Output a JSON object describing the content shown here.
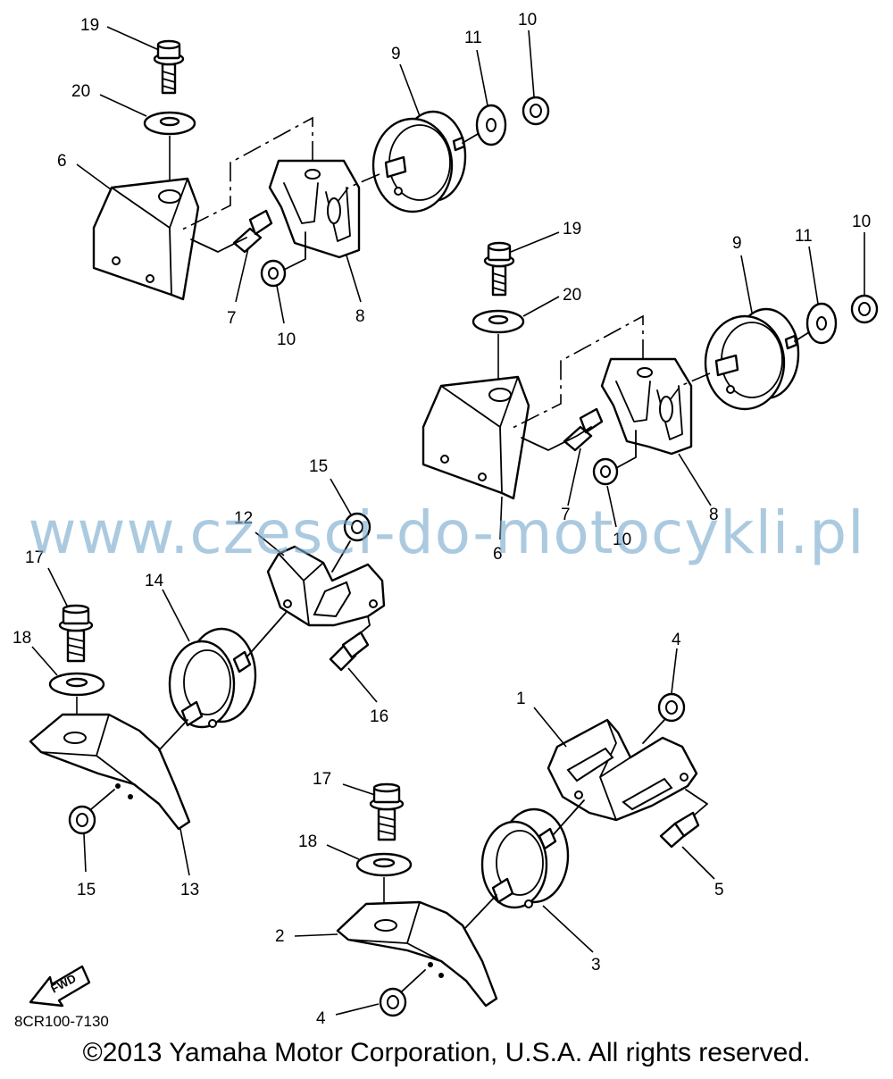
{
  "callouts": {
    "c1": "1",
    "c2": "2",
    "c3": "3",
    "c4": "4",
    "c5": "5",
    "c6": "6",
    "c7": "7",
    "c8": "8",
    "c9": "9",
    "c10": "10",
    "c11": "11",
    "c12": "12",
    "c13": "13",
    "c14": "14",
    "c15": "15",
    "c16": "16",
    "c17": "17",
    "c18": "18",
    "c19": "19",
    "c20": "20"
  },
  "fwd_label": "FWD",
  "watermark": "www.czesci-do-motocykli.pl",
  "diagram_code": "8CR100-7130",
  "copyright": "©2013 Yamaha Motor Corporation, U.S.A. All rights reserved.",
  "colors": {
    "line": "#000000",
    "watermark": "#78AACD",
    "background": "#FFFFFF"
  }
}
